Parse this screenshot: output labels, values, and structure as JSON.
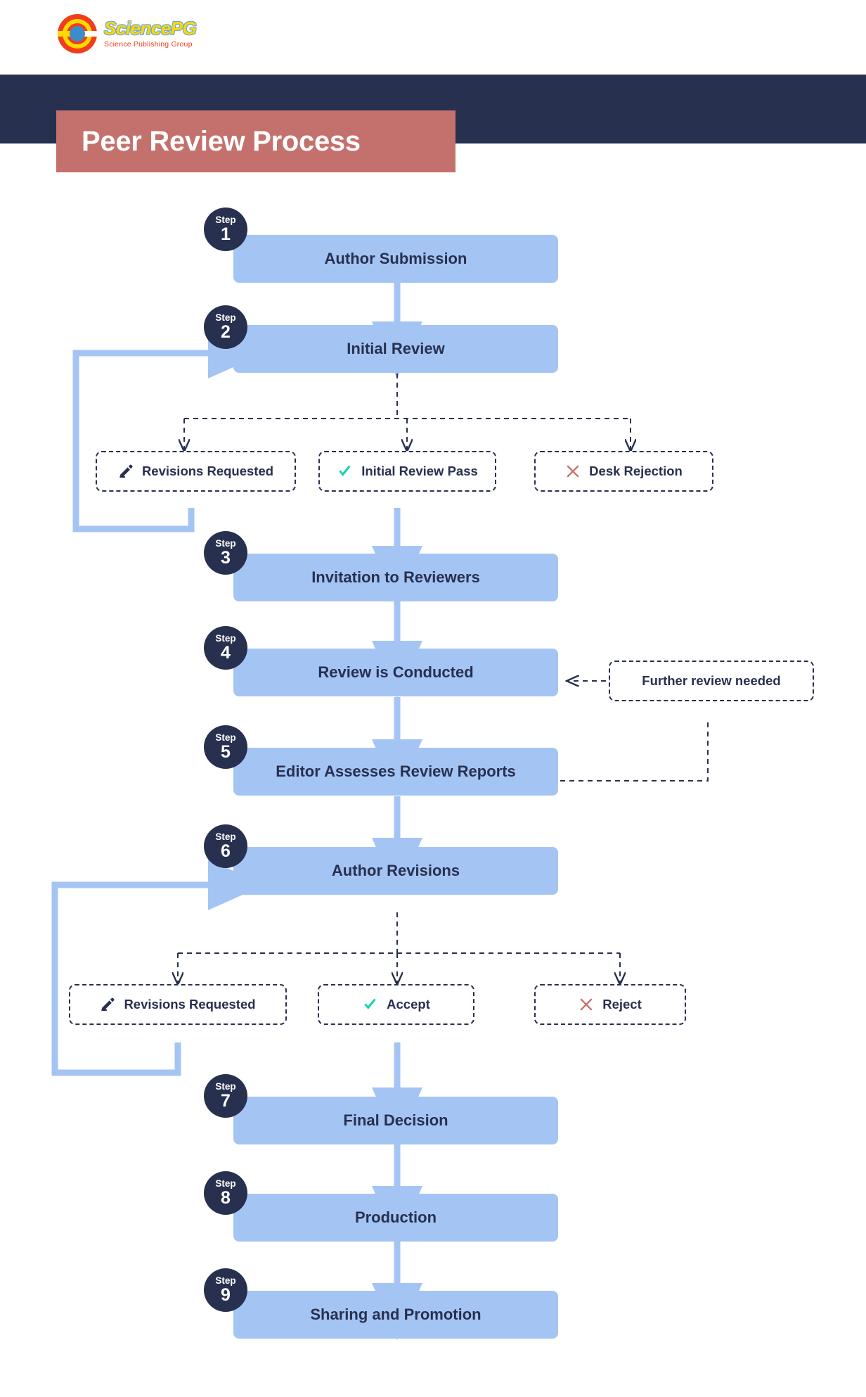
{
  "brand": {
    "logo_icon": "sciencepg-logo-icon",
    "name": "SciencePG",
    "tagline": "Science Publishing Group"
  },
  "header": {
    "title": "Peer Review Process",
    "banner_color": "#28304f",
    "chip_color": "#c4716d"
  },
  "colors": {
    "step_box": "#a4c5f4",
    "badge": "#28304f",
    "text_dark": "#28304f",
    "accept_green": "#16d3b0",
    "reject_red": "#c4716d",
    "arrow_blue": "#a4c5f4"
  },
  "steps": [
    {
      "label": "Step",
      "number": "1",
      "title": "Author Submission"
    },
    {
      "label": "Step",
      "number": "2",
      "title": "Initial Review"
    },
    {
      "label": "Step",
      "number": "3",
      "title": "Invitation to Reviewers"
    },
    {
      "label": "Step",
      "number": "4",
      "title": "Review is Conducted"
    },
    {
      "label": "Step",
      "number": "5",
      "title": "Editor Assesses Review Reports"
    },
    {
      "label": "Step",
      "number": "6",
      "title": "Author Revisions"
    },
    {
      "label": "Step",
      "number": "7",
      "title": "Final Decision"
    },
    {
      "label": "Step",
      "number": "8",
      "title": "Production"
    },
    {
      "label": "Step",
      "number": "9",
      "title": "Sharing and Promotion"
    }
  ],
  "decisions_initial": [
    {
      "icon": "pencil-icon",
      "label": "Revisions Requested"
    },
    {
      "icon": "check-icon",
      "label": "Initial Review Pass"
    },
    {
      "icon": "cross-icon",
      "label": "Desk Rejection"
    }
  ],
  "decisions_final": [
    {
      "icon": "pencil-icon",
      "label": "Revisions Requested"
    },
    {
      "icon": "check-icon",
      "label": "Accept"
    },
    {
      "icon": "cross-icon",
      "label": "Reject"
    }
  ],
  "notes": [
    {
      "label": "Further review needed"
    }
  ]
}
